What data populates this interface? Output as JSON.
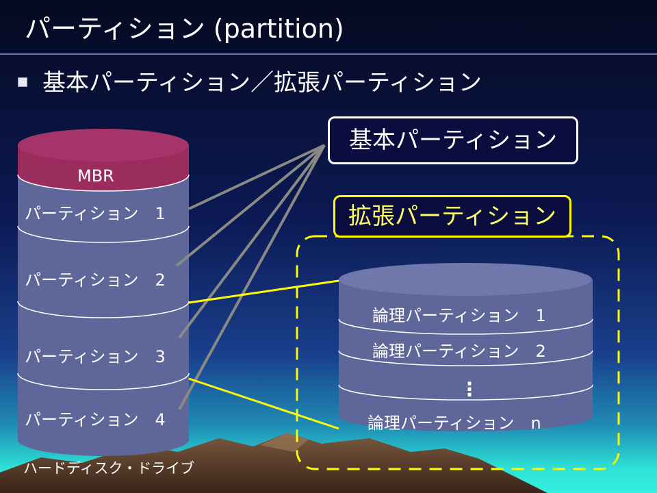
{
  "slide": {
    "title": "パーティション (partition)",
    "bullet": "基本パーティション／拡張パーティション"
  },
  "disk": {
    "mbr_label": "MBR",
    "partitions": [
      "パーティション　1",
      "パーティション　2",
      "パーティション　3",
      "パーティション　4"
    ],
    "caption": "ハードディスク・ドライブ"
  },
  "boxes": {
    "primary": "基本パーティション",
    "extended": "拡張パーティション"
  },
  "logical": {
    "partitions": [
      "論理パーティション　1",
      "論理パーティション　2",
      "論理パーティション　n"
    ],
    "ellipsis": "⋮"
  },
  "colors": {
    "mbr": "#9b2d5e",
    "disk_body": "#5f6699",
    "primary_link": "#8a8a84",
    "extended_highlight": "#ffff00"
  }
}
